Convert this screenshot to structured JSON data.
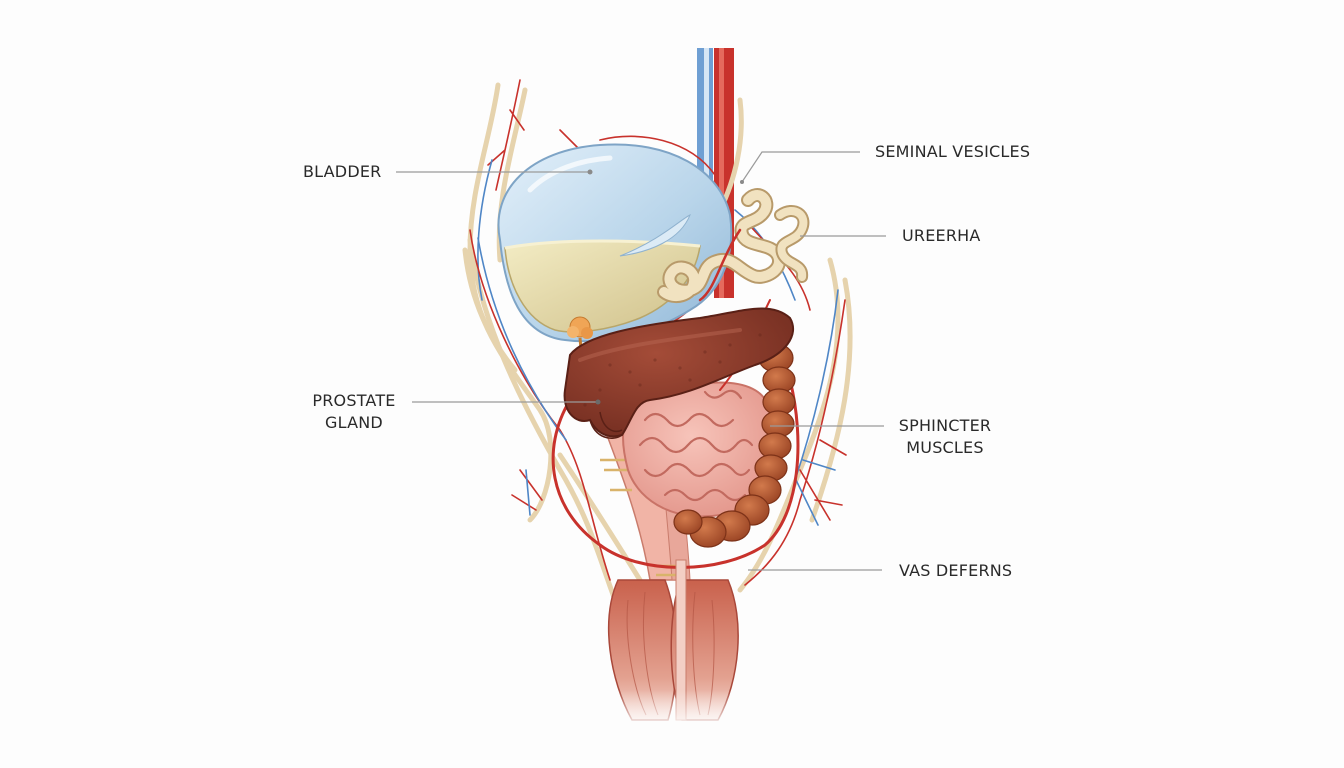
{
  "labels": {
    "bladder": "BLADDER",
    "prostate": {
      "line1": "PROSTATE",
      "line2": "GLAND"
    },
    "seminal_vesicles": "SEMINAL VESICLES",
    "ureerha": "UREERHA",
    "sphincter": {
      "line1": "SPHINCTER",
      "line2": "MUSCLES"
    },
    "vas_deferens": "VAS DEFERNS"
  },
  "colors": {
    "background": "#fdfdfd",
    "bladder_blue": "#bcd8ec",
    "urine": "#e8dfae",
    "liver_brown": "#8b3a2b",
    "intestine_pink": "#f1aaa0",
    "colon_brown": "#b4552f",
    "muscle": "#d9826c",
    "nerve": "#ead9b7",
    "artery": "#c8322c",
    "vein": "#4f86c6",
    "leader_line": "#8a8a8a"
  }
}
